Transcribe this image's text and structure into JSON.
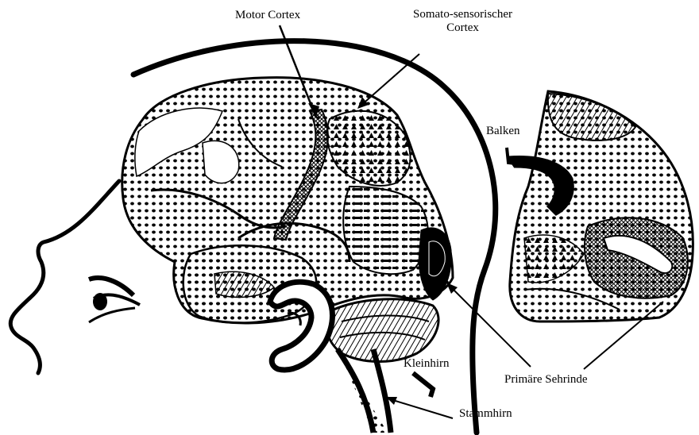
{
  "labels": {
    "motor_cortex": "Motor Cortex",
    "somato_line1": "Somato-sensorischer",
    "somato_line2": "Cortex",
    "balken": "Balken",
    "kleinhirn": "Kleinhirn",
    "primaere_sehrinde": "Primäre Sehrinde",
    "stammhirn": "Stammhirn"
  },
  "colors": {
    "ink": "#000000",
    "paper": "#ffffff"
  }
}
